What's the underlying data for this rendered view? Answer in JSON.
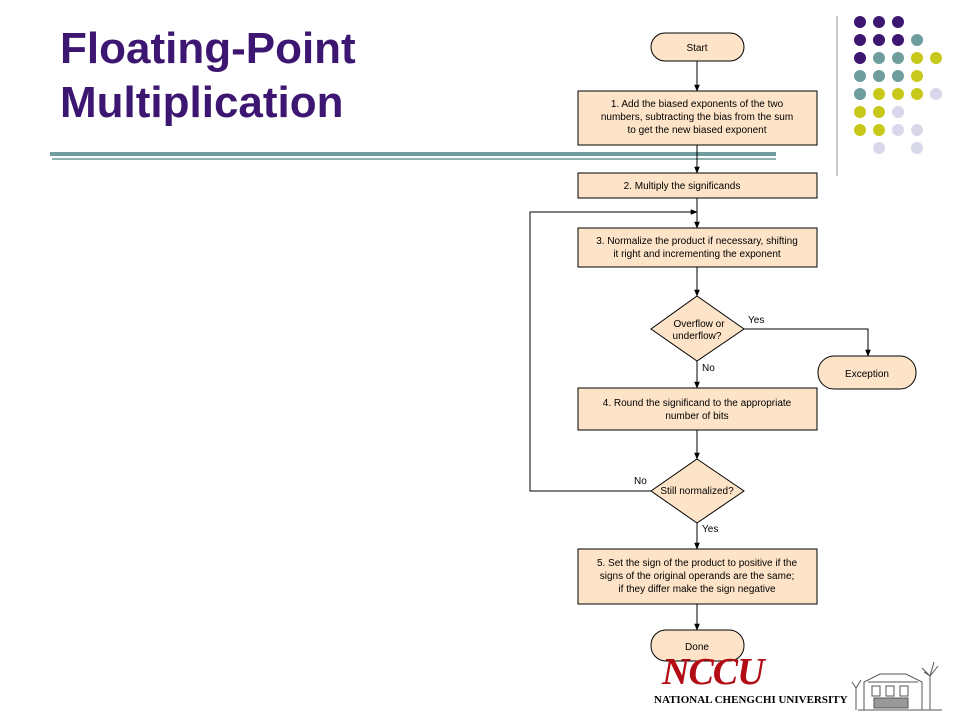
{
  "slide": {
    "title_line1": "Floating-Point",
    "title_line2": "Multiplication",
    "title_color": "#3d1672"
  },
  "flowchart": {
    "start": "Start",
    "step1": [
      "1. Add the biased exponents of the two",
      "numbers, subtracting the bias from the sum",
      "to get the new biased exponent"
    ],
    "step2": [
      "2. Multiply the significands"
    ],
    "step3": [
      "3. Normalize the product if necessary, shifting",
      "it right and incrementing the exponent"
    ],
    "decision_overflow": [
      "Overflow or",
      "underflow?"
    ],
    "label_yes_overflow": "Yes",
    "label_no_overflow": "No",
    "exception": "Exception",
    "step4": [
      "4. Round the significand to the appropriate",
      "number of bits"
    ],
    "decision_normalized": [
      "Still normalized?"
    ],
    "label_no_normalized": "No",
    "label_yes_normalized": "Yes",
    "step5": [
      "5. Set the sign of the product to positive if the",
      "signs of the original operands are the same;",
      "if they differ make the sign negative"
    ],
    "done": "Done",
    "box_fill": "#fde3c8"
  },
  "decoration": {
    "dot_colors": [
      "#3d1672",
      "#6f9c9c",
      "#c8c81a",
      "#d8d8ea"
    ]
  },
  "logo": {
    "main": "NCCU",
    "sub": "NATIONAL CHENGCHI UNIVERSITY"
  }
}
